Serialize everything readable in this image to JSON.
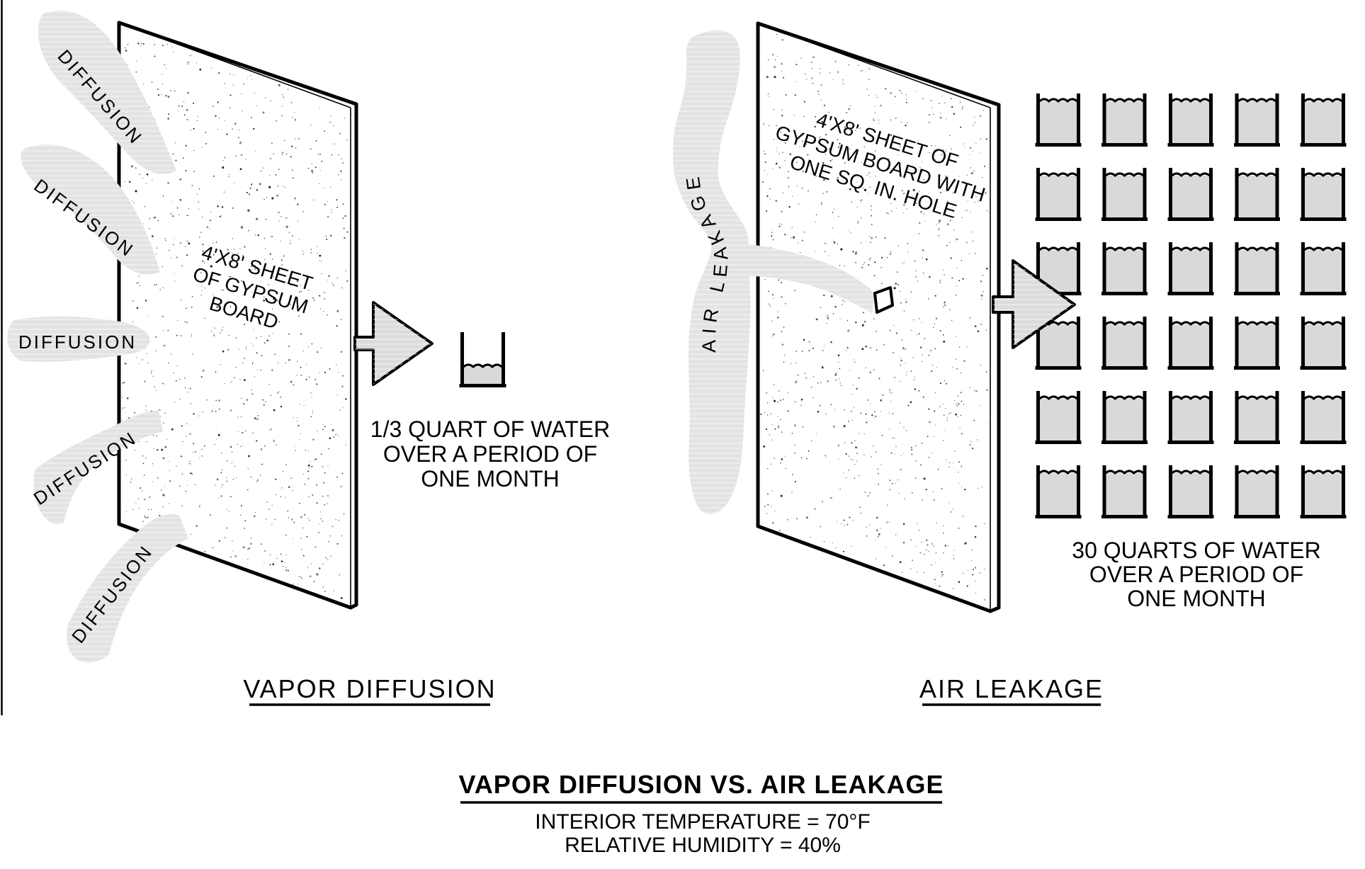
{
  "diagram": {
    "left_panel": {
      "diffusion_labels": [
        "DIFFUSION",
        "DIFFUSION",
        "DIFFUSION",
        "DIFFUSION",
        "DIFFUSION"
      ],
      "board_label_lines": [
        "4'X8' SHEET",
        "OF GYPSUM",
        "BOARD"
      ],
      "result_lines": [
        "1/3 QUART OF WATER",
        "OVER A PERIOD OF",
        "ONE MONTH"
      ],
      "caption": "VAPOR DIFFUSION",
      "cup_count": 1
    },
    "right_panel": {
      "air_label": "AIR LEAKAGE",
      "board_label_lines": [
        "4'X8' SHEET OF",
        "GYPSUM BOARD WITH",
        "ONE SQ. IN. HOLE"
      ],
      "result_lines": [
        "30 QUARTS OF WATER",
        "OVER A PERIOD OF",
        "ONE MONTH"
      ],
      "caption": "AIR LEAKAGE",
      "cups": {
        "rows": 6,
        "cols": 5,
        "count": 30
      }
    },
    "footer": {
      "title": "VAPOR DIFFUSION VS. AIR LEAKAGE",
      "condition_lines": [
        "INTERIOR TEMPERATURE = 70°F",
        "RELATIVE HUMIDITY = 40%"
      ]
    }
  },
  "colors": {
    "background": "#ffffff",
    "outline": "#000000",
    "shape_fill": "#e3e3e3",
    "arrow_fill": "#dcdcdc",
    "water_fill": "#d9d9d9"
  }
}
